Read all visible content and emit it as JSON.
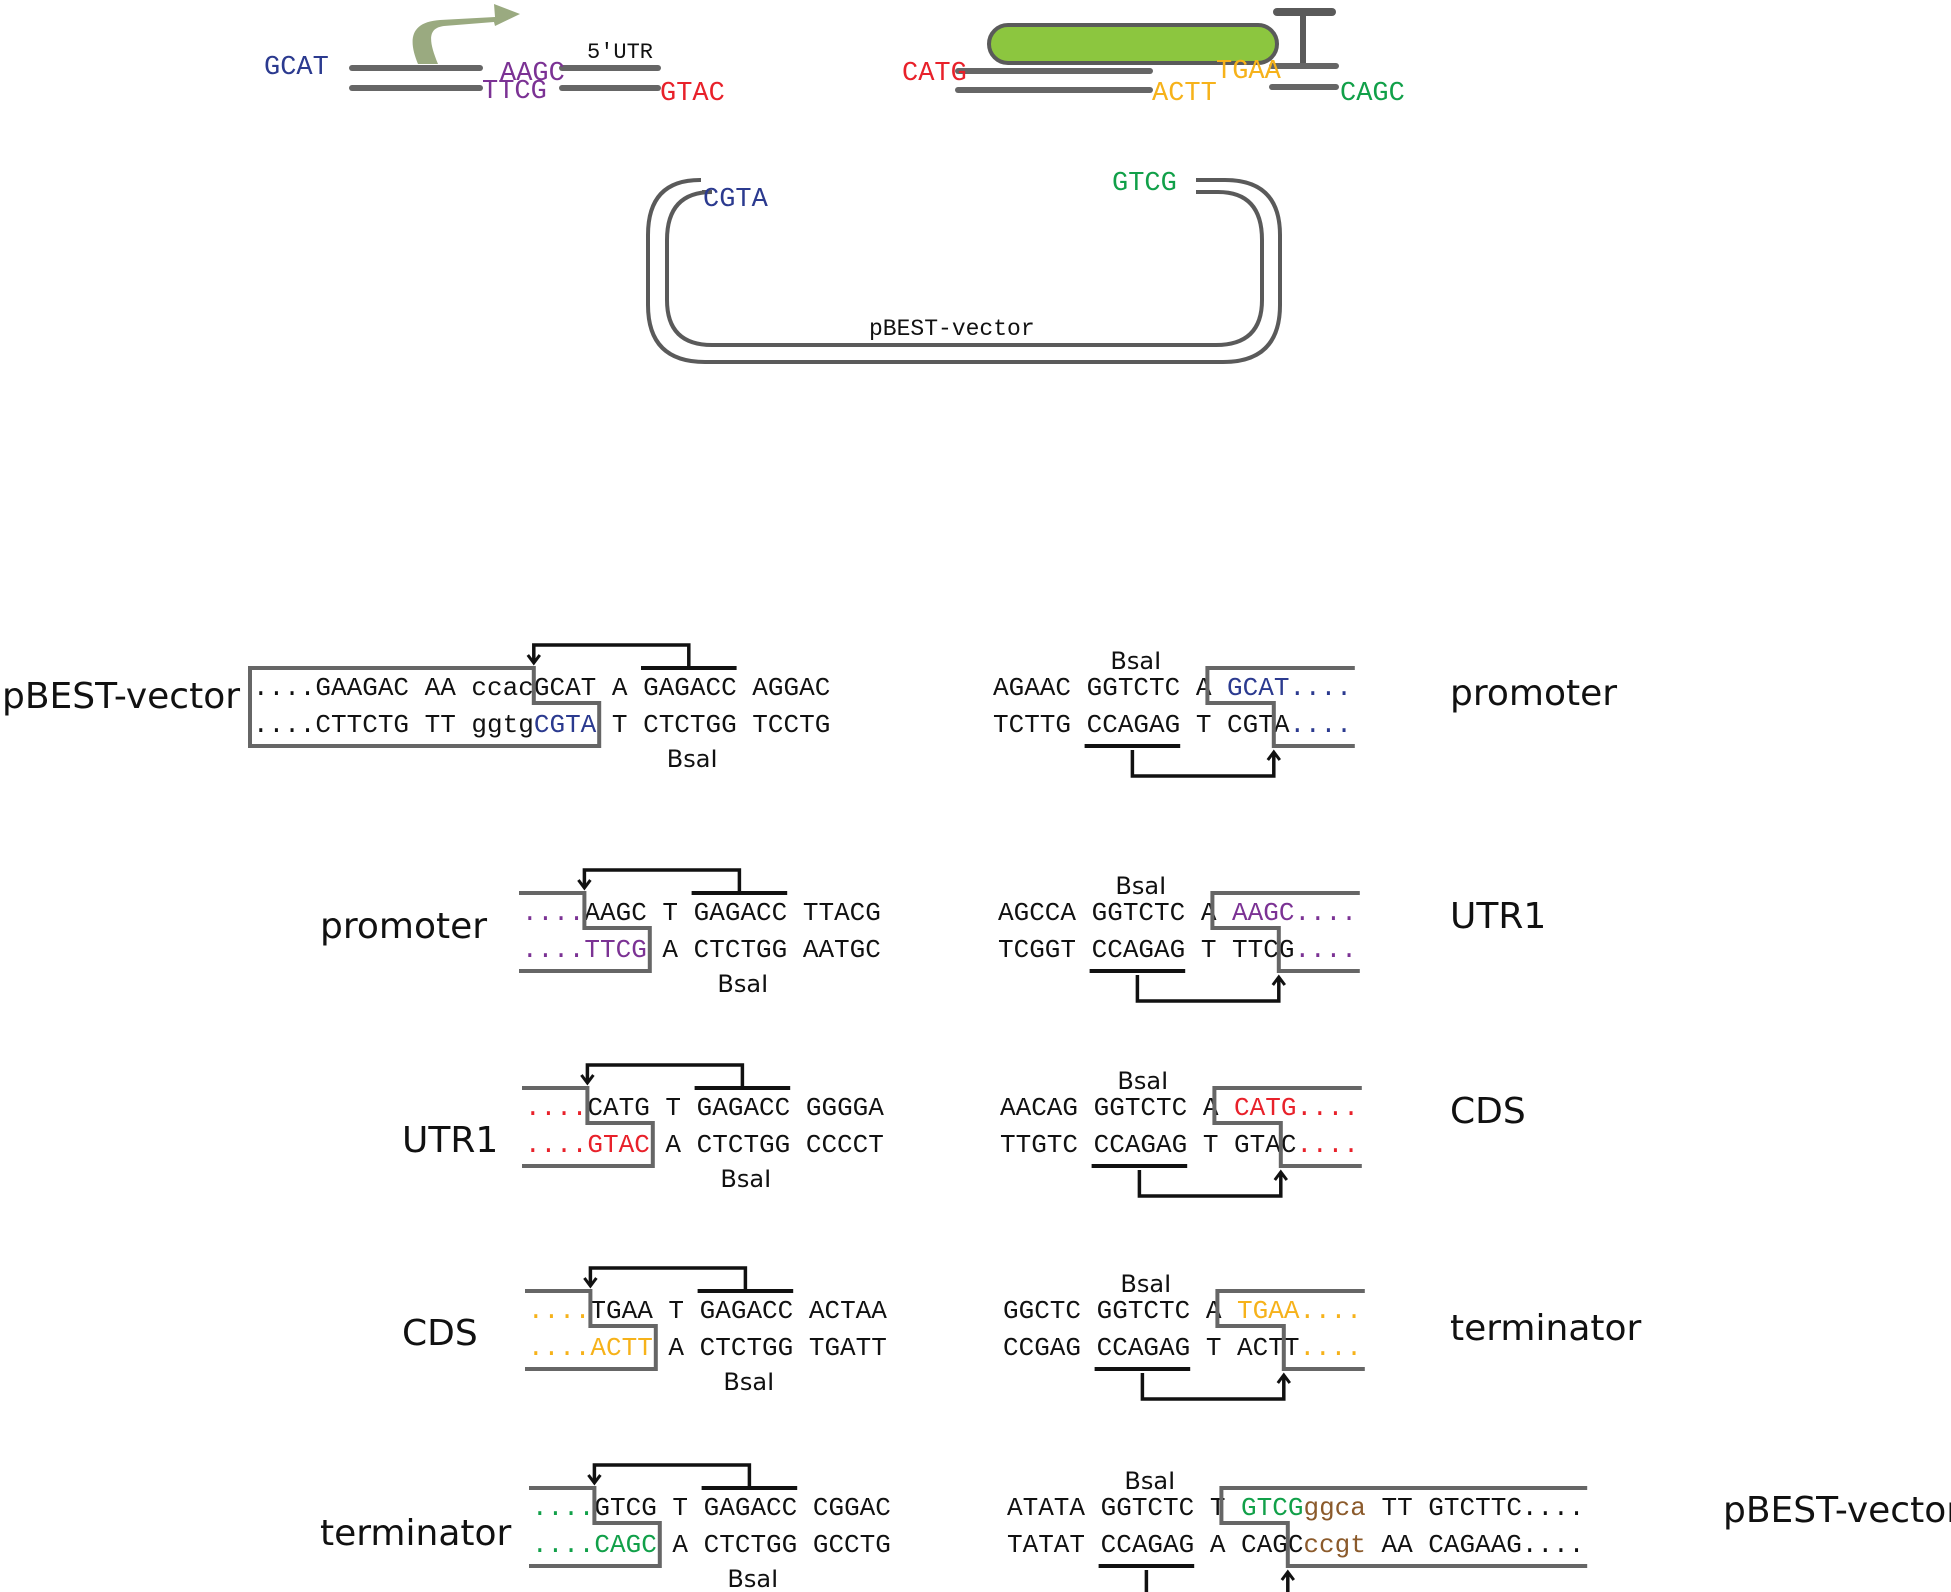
{
  "colors": {
    "blue": "#2b3a8f",
    "purple": "#7b3294",
    "red": "#e8212a",
    "orange": "#f6b21a",
    "green": "#11a049",
    "brown": "#8b5a2b",
    "line_gray": "#666666",
    "cds_fill": "#8cc63f",
    "promoter_arrow": "#9aaa80",
    "black": "#111111"
  },
  "parts_diagram": {
    "promoter": {
      "left_overhang": "GCAT",
      "right_overhang": "TTCG",
      "icon": "promoter-arrow-icon"
    },
    "utr": {
      "label": "5'UTR",
      "left_overhang": "AAGC",
      "right_overhang": "GTAC"
    },
    "cds": {
      "left_overhang": "CATG",
      "right_overhang": "ACTT",
      "icon": "cds-box-icon"
    },
    "terminator": {
      "left_overhang": "TGAA",
      "right_overhang": "CAGC",
      "icon": "terminator-t-icon"
    }
  },
  "vector": {
    "label": "pBEST-vector",
    "left_overhang": "CGTA",
    "right_overhang": "GTCG"
  },
  "enzyme_label": "BsaI",
  "junctions": [
    {
      "left_part": "pBEST-vector",
      "left": {
        "top": [
          {
            "t": "....GAAGAC AA ccac",
            "c": "black"
          },
          {
            "t": "GCAT",
            "c": "black"
          },
          {
            "t": " A GAGACC AGGAC",
            "c": "black"
          }
        ],
        "bottom": [
          {
            "t": "....CTTCTG TT ggtg",
            "c": "black"
          },
          {
            "t": "CGTA",
            "c": "blue"
          },
          {
            "t": " T CTCTGG TCCTG",
            "c": "black"
          }
        ]
      },
      "right_part": "promoter",
      "right": {
        "top": [
          {
            "t": "AGAAC GGTCTC A ",
            "c": "black"
          },
          {
            "t": "GCAT....",
            "c": "blue"
          }
        ],
        "bottom": [
          {
            "t": "TCTTG CCAGAG T CGTA",
            "c": "black"
          },
          {
            "t": "....",
            "c": "blue"
          }
        ]
      }
    },
    {
      "left_part": "promoter",
      "left": {
        "top": [
          {
            "t": "....",
            "c": "purple"
          },
          {
            "t": "AAGC T GAGACC TTACG",
            "c": "black"
          }
        ],
        "bottom": [
          {
            "t": "....TTCG",
            "c": "purple"
          },
          {
            "t": " A CTCTGG AATGC",
            "c": "black"
          }
        ]
      },
      "right_part": "UTR1",
      "right": {
        "top": [
          {
            "t": "AGCCA GGTCTC A ",
            "c": "black"
          },
          {
            "t": "AAGC....",
            "c": "purple"
          }
        ],
        "bottom": [
          {
            "t": "TCGGT CCAGAG T TTCG",
            "c": "black"
          },
          {
            "t": "....",
            "c": "purple"
          }
        ]
      }
    },
    {
      "left_part": "UTR1",
      "left": {
        "top": [
          {
            "t": "....",
            "c": "red"
          },
          {
            "t": "CATG T GAGACC GGGGA",
            "c": "black"
          }
        ],
        "bottom": [
          {
            "t": "....GTAC",
            "c": "red"
          },
          {
            "t": " A CTCTGG CCCCT",
            "c": "black"
          }
        ]
      },
      "right_part": "CDS",
      "right": {
        "top": [
          {
            "t": "AACAG GGTCTC A ",
            "c": "black"
          },
          {
            "t": "CATG....",
            "c": "red"
          }
        ],
        "bottom": [
          {
            "t": "TTGTC CCAGAG T GTAC",
            "c": "black"
          },
          {
            "t": "....",
            "c": "red"
          }
        ]
      }
    },
    {
      "left_part": "CDS",
      "left": {
        "top": [
          {
            "t": "....",
            "c": "orange"
          },
          {
            "t": "TGAA T GAGACC ACTAA",
            "c": "black"
          }
        ],
        "bottom": [
          {
            "t": "....ACTT",
            "c": "orange"
          },
          {
            "t": " A CTCTGG TGATT",
            "c": "black"
          }
        ]
      },
      "right_part": "terminator",
      "right": {
        "top": [
          {
            "t": "GGCTC GGTCTC A ",
            "c": "black"
          },
          {
            "t": "TGAA....",
            "c": "orange"
          }
        ],
        "bottom": [
          {
            "t": "CCGAG CCAGAG T ACTT",
            "c": "black"
          },
          {
            "t": "....",
            "c": "orange"
          }
        ]
      }
    },
    {
      "left_part": "terminator",
      "left": {
        "top": [
          {
            "t": "....",
            "c": "green"
          },
          {
            "t": "GTCG T GAGACC CGGAC",
            "c": "black"
          }
        ],
        "bottom": [
          {
            "t": "....CAGC",
            "c": "green"
          },
          {
            "t": " A CTCTGG GCCTG",
            "c": "black"
          }
        ]
      },
      "right_part": "pBEST-vector",
      "right": {
        "top": [
          {
            "t": "ATATA GGTCTC T ",
            "c": "black"
          },
          {
            "t": "GTCG",
            "c": "green"
          },
          {
            "t": "ggca",
            "c": "brown"
          },
          {
            "t": " TT GTCTTC....",
            "c": "black"
          }
        ],
        "bottom": [
          {
            "t": "TATAT CCAGAG A CAGC",
            "c": "black"
          },
          {
            "t": "ccgt",
            "c": "brown"
          },
          {
            "t": " AA CAGAAG....",
            "c": "black"
          }
        ]
      }
    }
  ]
}
